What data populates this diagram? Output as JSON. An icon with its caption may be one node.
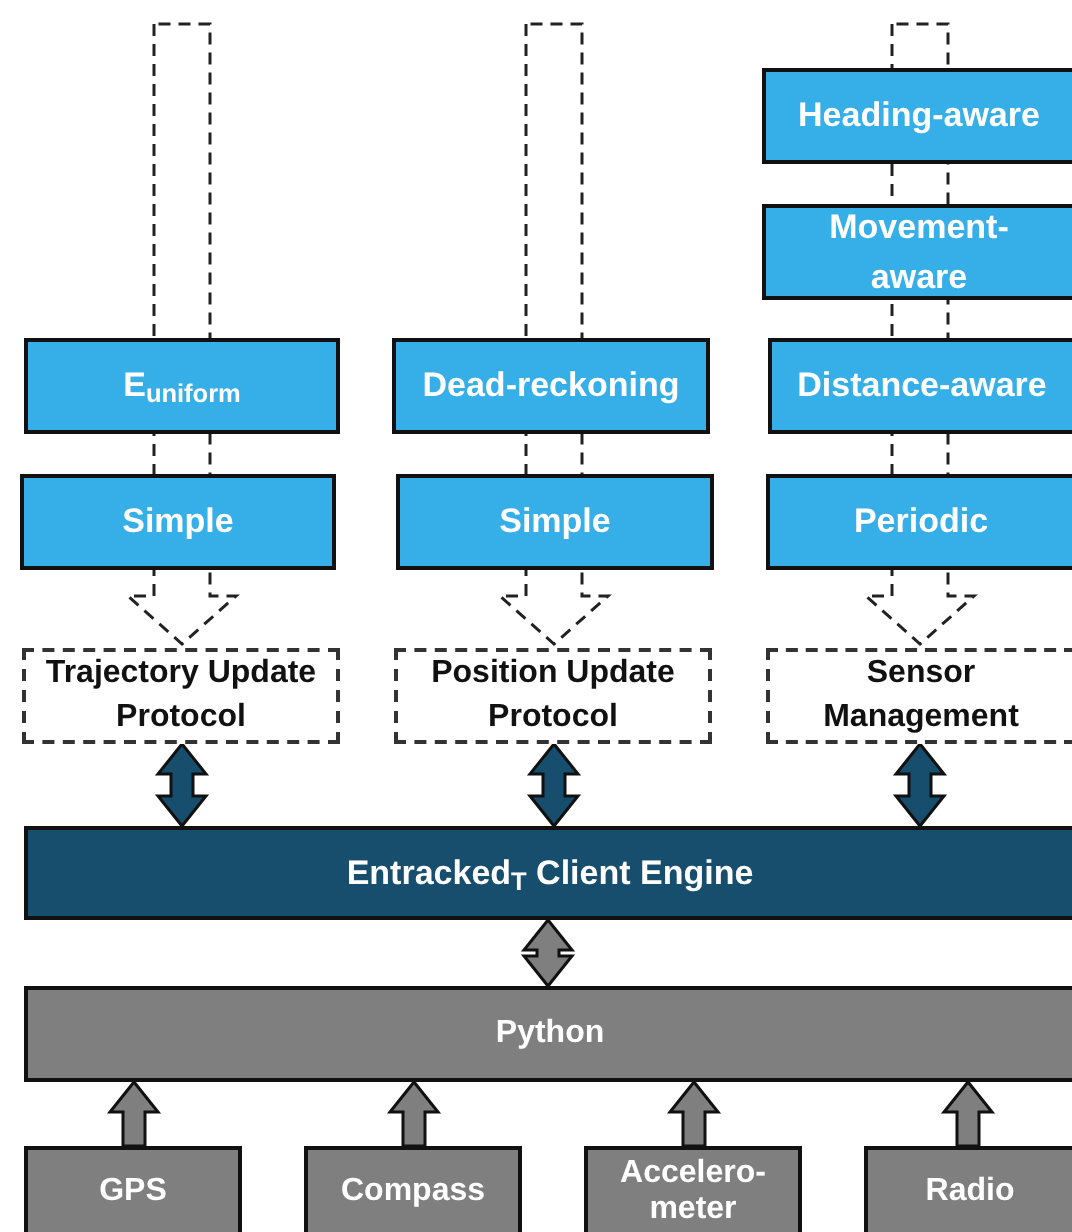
{
  "diagram": {
    "nodes": [
      {
        "text": [
          "E$_{uniform}$"
        ]
      },
      {
        "text": [
          "Simple"
        ]
      },
      {
        "text": [
          "Dead-reckoning"
        ]
      },
      {
        "text": [
          "Simple"
        ]
      },
      {
        "text": [
          "Heading-aware"
        ]
      },
      {
        "text": [
          "Movement-aware"
        ]
      },
      {
        "text": [
          "Distance-aware"
        ]
      },
      {
        "text": [
          "Periodic"
        ]
      },
      {
        "text": [
          "Trajectory Update Protocol"
        ]
      },
      {
        "text": [
          "Position Update Protocol"
        ]
      },
      {
        "text": [
          "Sensor Management"
        ]
      },
      {
        "text": [
          "Entracked$_{T}$ Client Engine"
        ]
      },
      {
        "text": [
          "Python"
        ]
      },
      {
        "text": [
          "GPS"
        ]
      },
      {
        "text": [
          "Compass"
        ]
      },
      {
        "text": [
          "Accelero-meter"
        ]
      },
      {
        "text": [
          "Radio"
        ]
      }
    ],
    "edges": [
      {
        "from": null,
        "to": 8,
        "arrow": "to",
        "style": "dashed"
      },
      {
        "from": null,
        "to": 9,
        "arrow": "to",
        "style": "dashed"
      },
      {
        "from": null,
        "to": 10,
        "arrow": "to",
        "style": "dashed"
      },
      {
        "from": 8,
        "to": 11,
        "arrow": "both",
        "color": "#174e6e"
      },
      {
        "from": 9,
        "to": 11,
        "arrow": "both",
        "color": "#174e6e"
      },
      {
        "from": 10,
        "to": 11,
        "arrow": "both",
        "color": "#174e6e"
      },
      {
        "from": 11,
        "to": 12,
        "arrow": "both"
      },
      {
        "from": 13,
        "to": 12,
        "arrow": "to"
      },
      {
        "from": 14,
        "to": 12,
        "arrow": "to"
      },
      {
        "from": 15,
        "to": 12,
        "arrow": "to"
      },
      {
        "from": 16,
        "to": 12,
        "arrow": "to"
      }
    ]
  }
}
